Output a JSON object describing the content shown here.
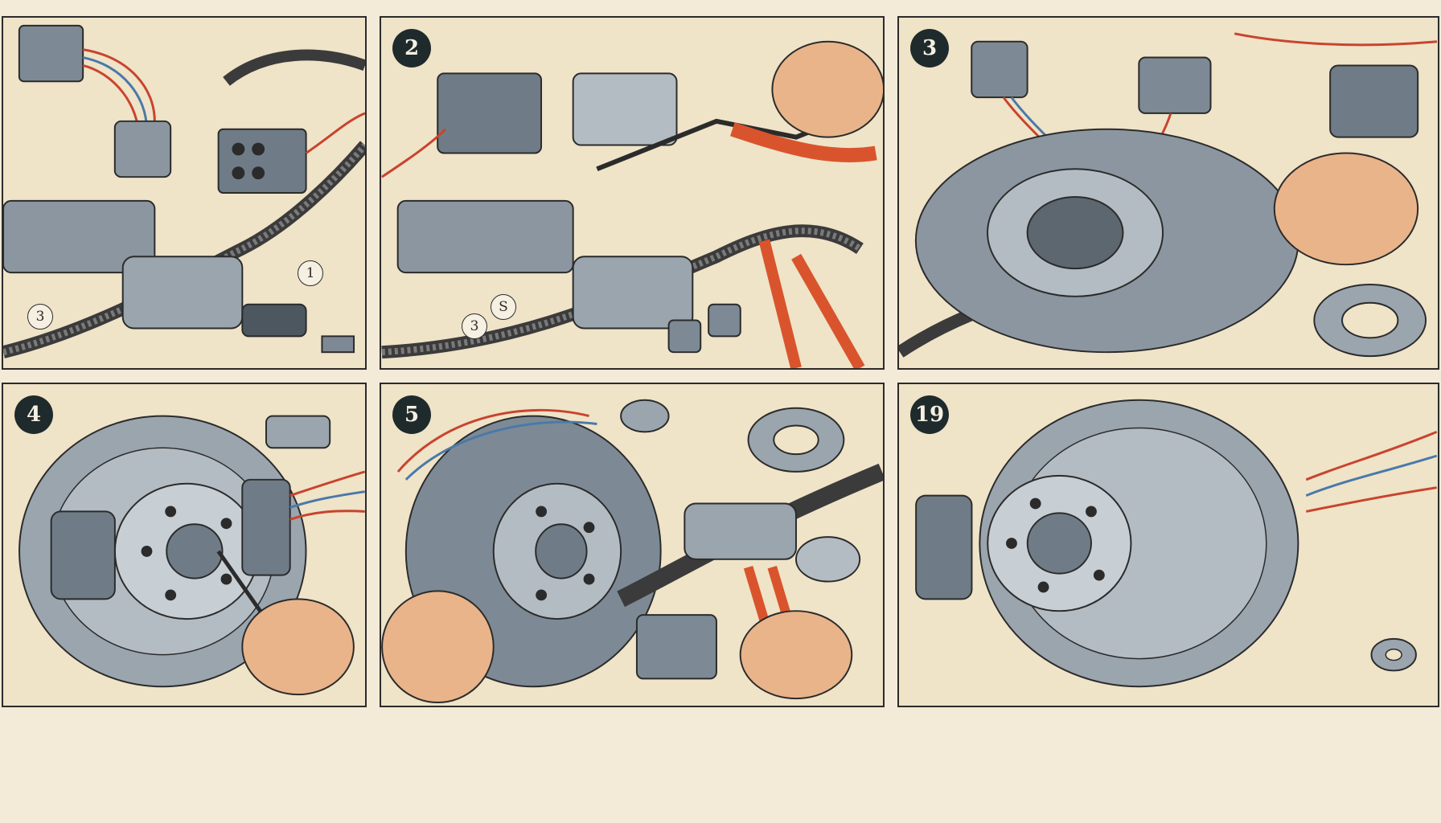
{
  "panels": [
    {
      "id": "p1",
      "badge": "",
      "small_labels": [
        "3",
        "1"
      ]
    },
    {
      "id": "p2",
      "badge": "2",
      "small_labels": [
        "3",
        "S"
      ]
    },
    {
      "id": "p3",
      "badge": "3",
      "small_labels": []
    },
    {
      "id": "p4",
      "badge": "4",
      "small_labels": []
    },
    {
      "id": "p5",
      "badge": "5",
      "small_labels": []
    },
    {
      "id": "p6",
      "badge": "19",
      "small_labels": []
    }
  ],
  "colors": {
    "paper": "#efe3c8",
    "metal": "#8b96a0",
    "metal_dark": "#5c6770",
    "wire_red": "#c8442e",
    "wire_blue": "#4a79a8",
    "handle_red": "#d9542c",
    "skin": "#e9b48a",
    "ink": "#2b2b2b"
  }
}
